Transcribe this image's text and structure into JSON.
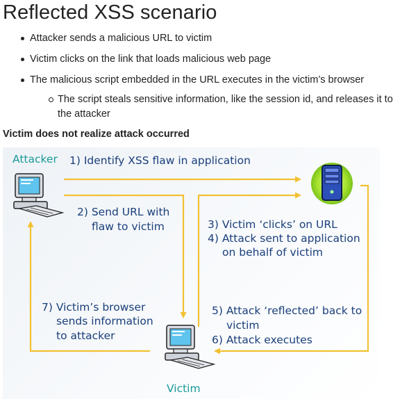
{
  "title": "Reflected XSS scenario",
  "bullets": [
    "Attacker sends a malicious URL to victim",
    "Victim clicks on the link that loads malicious web page",
    "The malicious script embedded in the URL executes in the victim’s browser"
  ],
  "sub_bullet": "The script steals sensitive information, like the session id, and releases it to the attacker",
  "note": "Victim does not realize attack occurred",
  "diagram": {
    "attacker_label": "Attacker",
    "victim_label": "Victim",
    "steps": {
      "s1": "1) Identify XSS flaw in application",
      "s2a": "2) Send URL with",
      "s2b": "flaw to victim",
      "s3": "3) Victim ‘clicks’ on URL",
      "s4a": "4) Attack sent to application",
      "s4b": "on behalf of victim",
      "s5a": "5) Attack ‘reflected’ back to",
      "s5b": "victim",
      "s6": "6) Attack executes",
      "s7a": "7) Victim’s browser",
      "s7b": "sends information",
      "s7c": "to attacker"
    },
    "colors": {
      "arrow": "#f2c132",
      "text": "#1a3f7a",
      "role": "#1a9a9a",
      "server_glow": "#a6e22e",
      "server_body": "#2d4fb8"
    },
    "icons": [
      "computer-icon",
      "server-icon",
      "computer-icon"
    ]
  }
}
